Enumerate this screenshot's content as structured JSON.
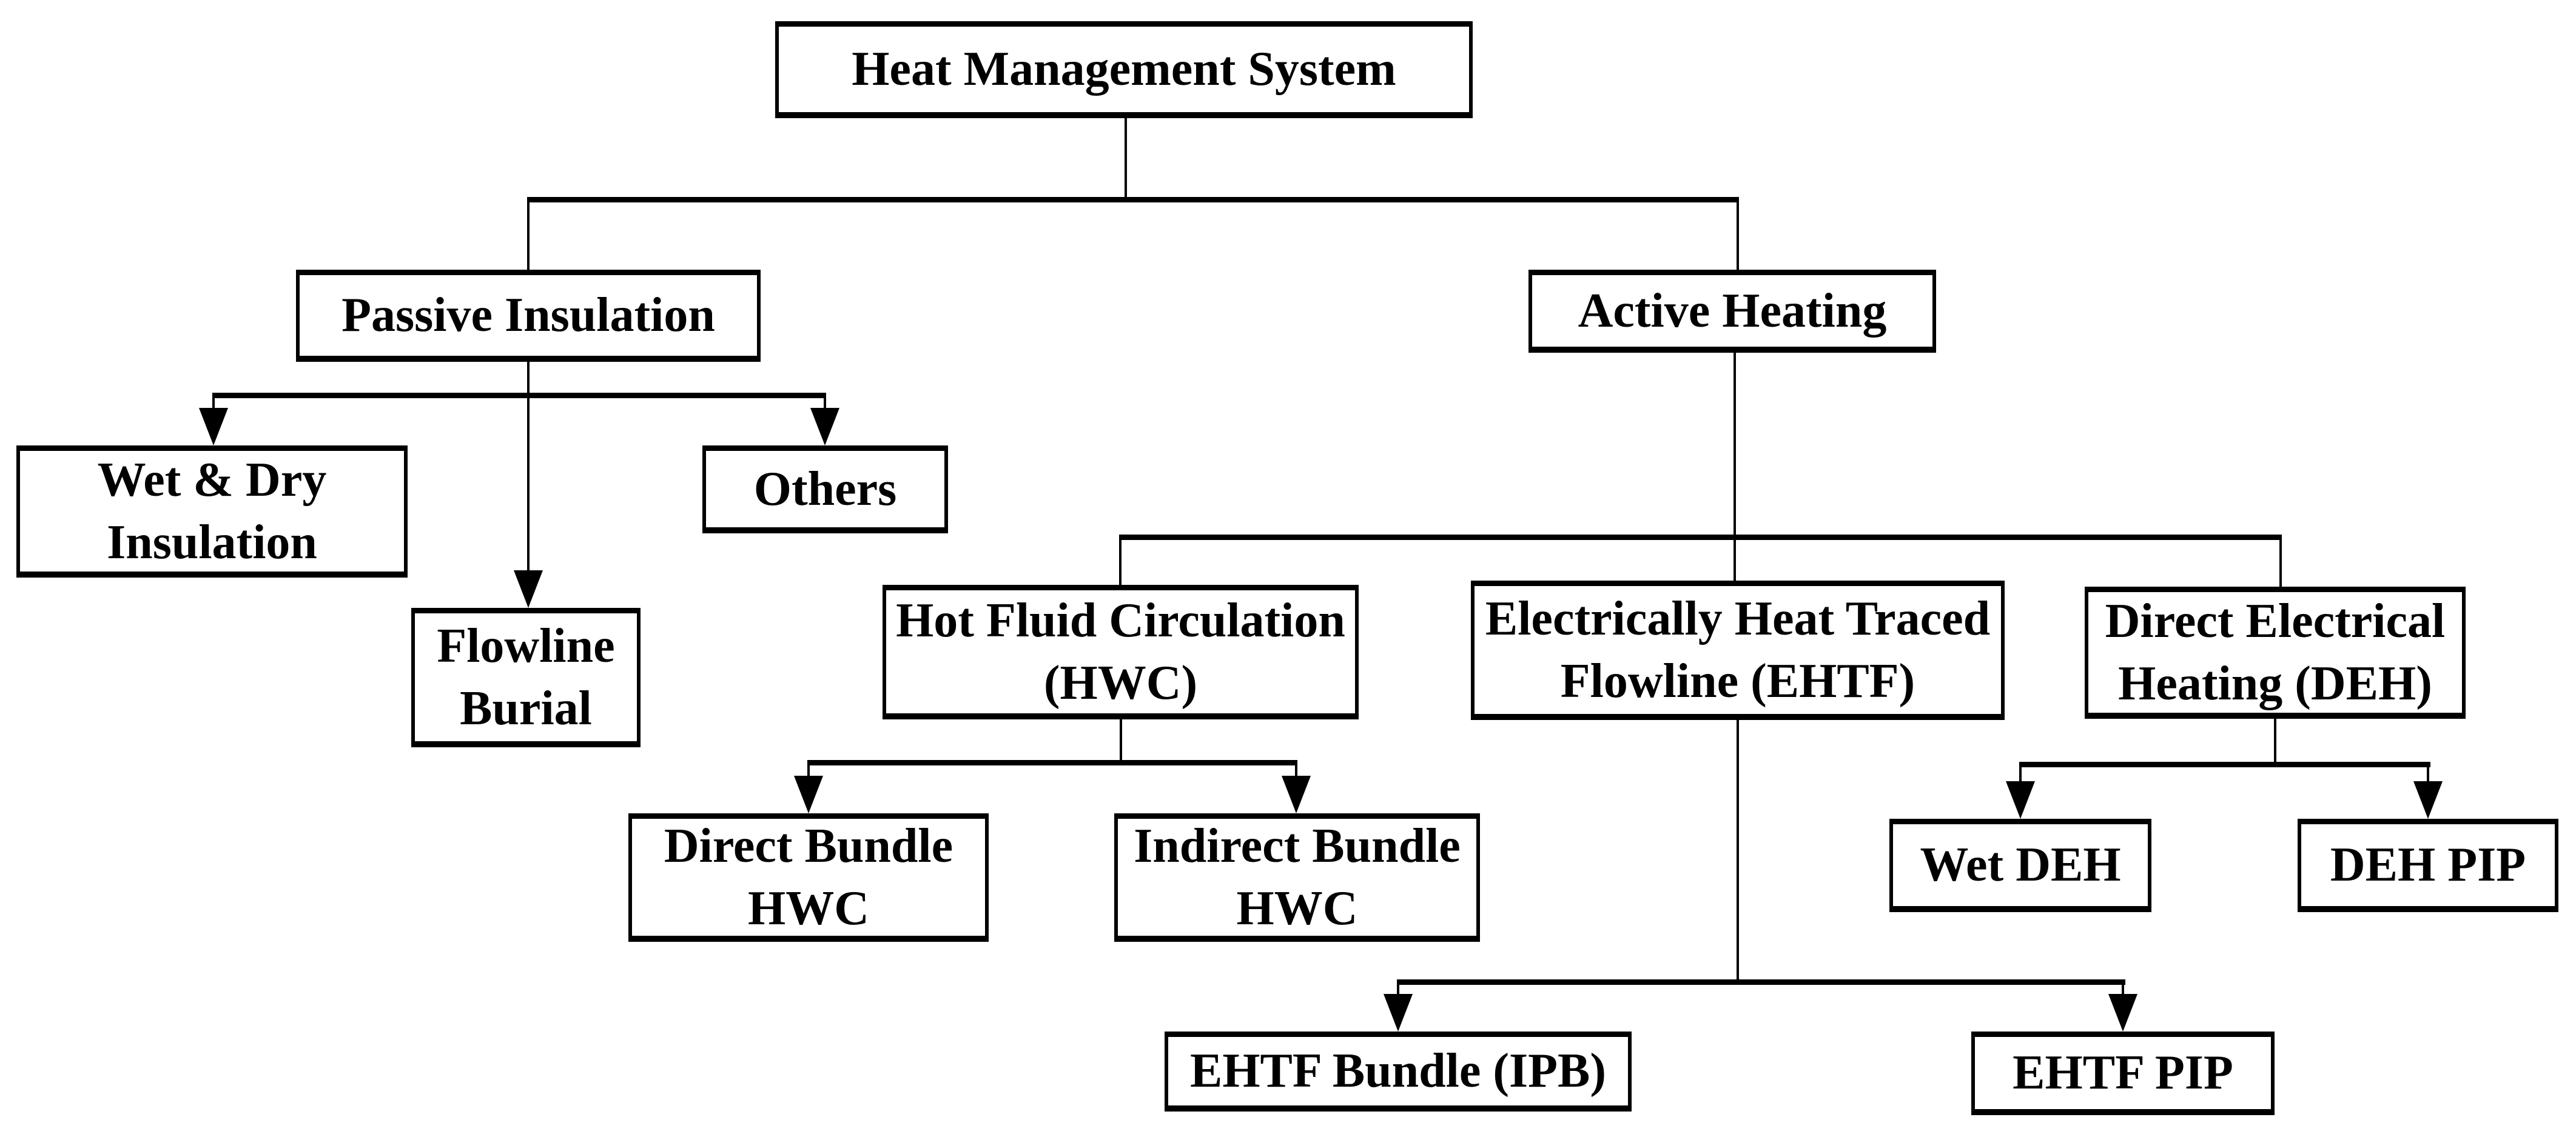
{
  "diagram": {
    "title": "Heat Management System",
    "type": "hierarchy-flowchart",
    "colors": {
      "background": "#ffffff",
      "box_fill": "#ffffff",
      "box_border": "#000000",
      "text": "#000000",
      "line": "#000000"
    },
    "nodes": {
      "hms": {
        "label": "Heat Management System"
      },
      "passive": {
        "label": "Passive Insulation"
      },
      "active": {
        "label": "Active Heating"
      },
      "wetdry": {
        "label": "Wet & Dry\nInsulation"
      },
      "others": {
        "label": "Others"
      },
      "flowline": {
        "label": "Flowline\nBurial"
      },
      "hwc": {
        "label": "Hot Fluid Circulation\n(HWC)"
      },
      "ehtf": {
        "label": "Electrically Heat Traced\nFlowline (EHTF)"
      },
      "deh": {
        "label": "Direct Electrical\nHeating (DEH)"
      },
      "direct_bundle": {
        "label": "Direct Bundle\nHWC"
      },
      "indirect_bundle": {
        "label": "Indirect Bundle\nHWC"
      },
      "wet_deh": {
        "label": "Wet DEH"
      },
      "deh_pip": {
        "label": "DEH PIP"
      },
      "ehtf_bundle": {
        "label": "EHTF Bundle (IPB)"
      },
      "ehtf_pip": {
        "label": "EHTF PIP"
      }
    },
    "edges": [
      {
        "from": "hms",
        "to": "passive",
        "arrowhead": false
      },
      {
        "from": "hms",
        "to": "active",
        "arrowhead": false
      },
      {
        "from": "passive",
        "to": "wetdry",
        "arrowhead": true
      },
      {
        "from": "passive",
        "to": "flowline",
        "arrowhead": true
      },
      {
        "from": "passive",
        "to": "others",
        "arrowhead": true
      },
      {
        "from": "active",
        "to": "hwc",
        "arrowhead": false
      },
      {
        "from": "active",
        "to": "ehtf",
        "arrowhead": false
      },
      {
        "from": "active",
        "to": "deh",
        "arrowhead": false
      },
      {
        "from": "hwc",
        "to": "direct_bundle",
        "arrowhead": true
      },
      {
        "from": "hwc",
        "to": "indirect_bundle",
        "arrowhead": true
      },
      {
        "from": "ehtf",
        "to": "ehtf_bundle",
        "arrowhead": true
      },
      {
        "from": "ehtf",
        "to": "ehtf_pip",
        "arrowhead": true
      },
      {
        "from": "deh",
        "to": "wet_deh",
        "arrowhead": true
      },
      {
        "from": "deh",
        "to": "deh_pip",
        "arrowhead": true
      }
    ]
  }
}
